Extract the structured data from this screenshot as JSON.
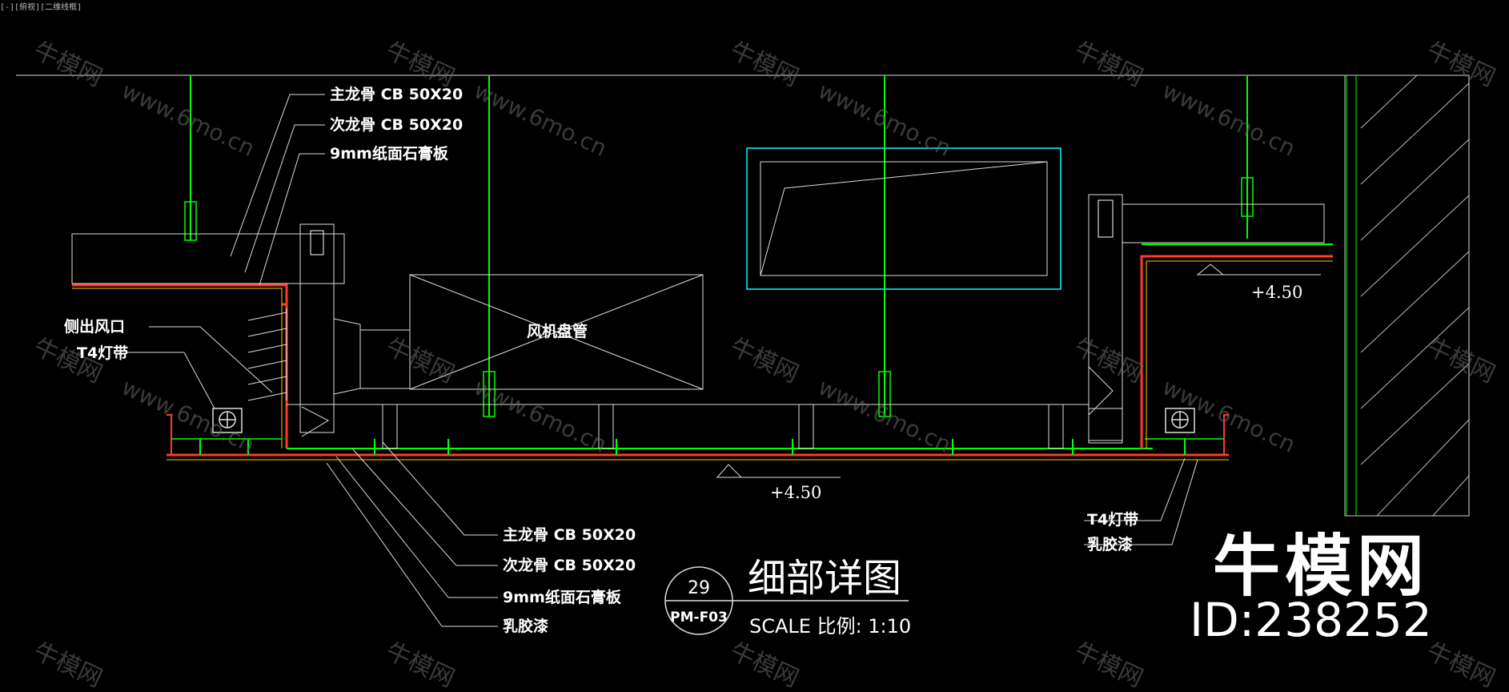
{
  "window_tag": "[-][俯视][二维线框]",
  "labels": {
    "main_keel_top": "主龙骨 CB 50X20",
    "sub_keel_top": "次龙骨 CB 50X20",
    "gypsum_top": "9mm纸面石膏板",
    "side_outlet": "侧出风口",
    "t4_left": "T4灯带",
    "fan_coil": "风机盘管",
    "main_keel_bottom": "主龙骨 CB 50X20",
    "sub_keel_bottom": "次龙骨 CB 50X20",
    "gypsum_bottom": "9mm纸面石膏板",
    "latex_bottom": "乳胶漆",
    "t4_right": "T4灯带",
    "latex_right": "乳胶漆",
    "level_right": "+4.50",
    "level_bottom": "+4.50"
  },
  "title_block": {
    "number": "29",
    "sheet": "PM-F03",
    "title": "细部详图",
    "scale": "SCALE 比例: 1:10"
  },
  "watermark": {
    "brand": "牛模网",
    "url": "www.6mo.cn",
    "id": "ID:238252"
  },
  "colors": {
    "background": "#000000",
    "line_white": "#ffffff",
    "line_green": "#00ff00",
    "line_cyan": "#00ffff",
    "line_red": "#ff3a2a",
    "line_yellow": "#ffcc00"
  }
}
